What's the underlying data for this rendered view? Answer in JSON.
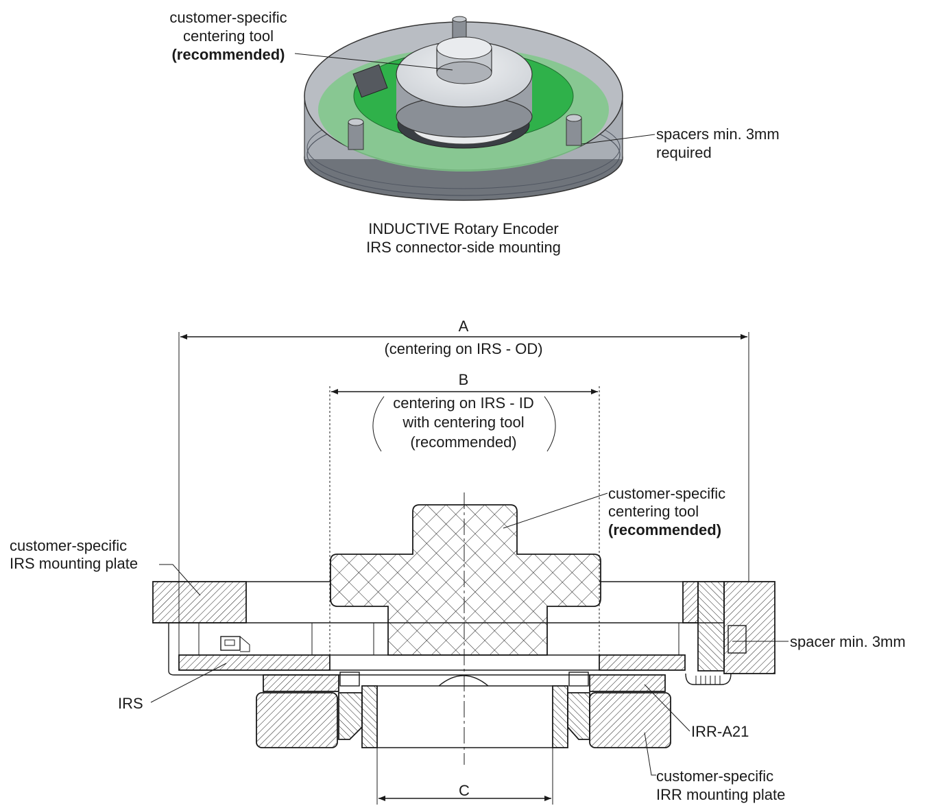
{
  "iso_view": {
    "callout_tool": {
      "line1": "customer-specific",
      "line2": "centering tool",
      "line3": "(recommended)"
    },
    "callout_spacers": {
      "line1": "spacers min. 3mm",
      "line2": "required"
    },
    "caption": {
      "line1": "INDUCTIVE Rotary Encoder",
      "line2": "IRS connector-side mounting"
    }
  },
  "section_view": {
    "dim_a": {
      "letter": "A",
      "note": "(centering on IRS - OD)"
    },
    "dim_b": {
      "letter": "B",
      "note1": "centering on IRS - ID",
      "note2": "with centering tool",
      "note3": "(recommended)"
    },
    "dim_c": {
      "letter": "C"
    },
    "callout_tool": {
      "line1": "customer-specific",
      "line2": "centering tool",
      "line3": "(recommended)"
    },
    "callout_irs_plate": {
      "line1": "customer-specific",
      "line2": "IRS mounting plate"
    },
    "callout_spacer": "spacer min. 3mm",
    "callout_irs": "IRS",
    "callout_irr": "IRR-A21",
    "callout_irr_plate": {
      "line1": "customer-specific",
      "line2": "IRR mounting plate"
    }
  },
  "colors": {
    "pcb_green": "#2fb14a",
    "housing_grey": "#a9aeb5",
    "line": "#1a1a1a"
  }
}
